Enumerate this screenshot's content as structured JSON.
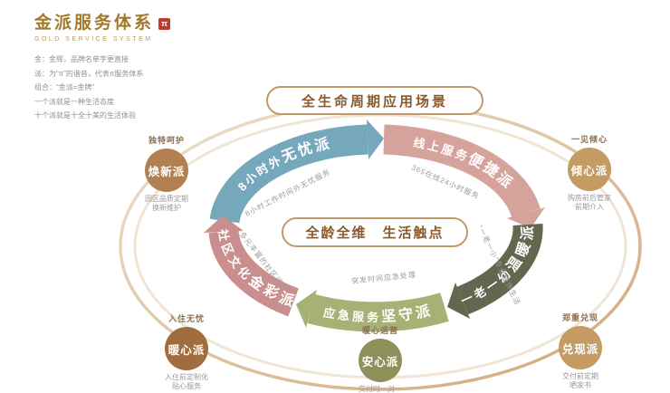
{
  "logo": {
    "title": "金派服务体系",
    "subtitle": "GOLD SERVICE SYSTEM",
    "seal": "π"
  },
  "notes": [
    "金：金辉，品牌名单字更直接",
    "派：为“π”的谐音，代表π服务体系",
    "组合：“金派=金牌”",
    "一个派就是一种生活态度",
    "十个派就是十全十美的生活体验"
  ],
  "banner": {
    "title": "全生命周期应用场景"
  },
  "center": {
    "title": "全龄全维　生活触点"
  },
  "arcs": [
    {
      "prefix": "8小时外",
      "emphasis": "无忧派",
      "caption": "8小时工作时间外无忧服务",
      "color": "#76a8bb"
    },
    {
      "prefix": "线上服务",
      "emphasis": "便捷派",
      "caption": "365在线24小时服务",
      "color": "#d6a29c"
    },
    {
      "prefix": "一老一幼",
      "emphasis": "温暖派",
      "caption": "“一老一小”专业陪伴生活",
      "color": "#65664f"
    },
    {
      "prefix": "应急服务",
      "emphasis": "坚守派",
      "caption": "突发时间应急处理",
      "color": "#a5b175"
    },
    {
      "prefix": "社区文化",
      "emphasis": "金彩派",
      "caption": "多元丰富的社区活动",
      "color": "#c98f8f"
    }
  ],
  "ring": {
    "outer_color": "#d9bc96",
    "inner_color": "#f0e5d5"
  },
  "nodes": [
    {
      "name": "焕新派",
      "tagline": "独特呵护",
      "desc": [
        "园区品质定期",
        "换新维护"
      ],
      "color": "#b28050"
    },
    {
      "name": "倾心派",
      "tagline": "一见倾心",
      "desc": [
        "购房前后管家",
        "前期介入"
      ],
      "color": "#c39b63"
    },
    {
      "name": "暖心派",
      "tagline": "入住无忧",
      "desc": [
        "入住前定制化",
        "贴心服务"
      ],
      "color": "#a06e3e"
    },
    {
      "name": "安心派",
      "tagline": "暖心运营",
      "desc": [
        "交付时一对一"
      ],
      "color": "#8f8f5a"
    },
    {
      "name": "兑现派",
      "tagline": "郑重兑现",
      "desc": [
        "交付前定期",
        "晒家书"
      ],
      "color": "#c39b63"
    }
  ]
}
